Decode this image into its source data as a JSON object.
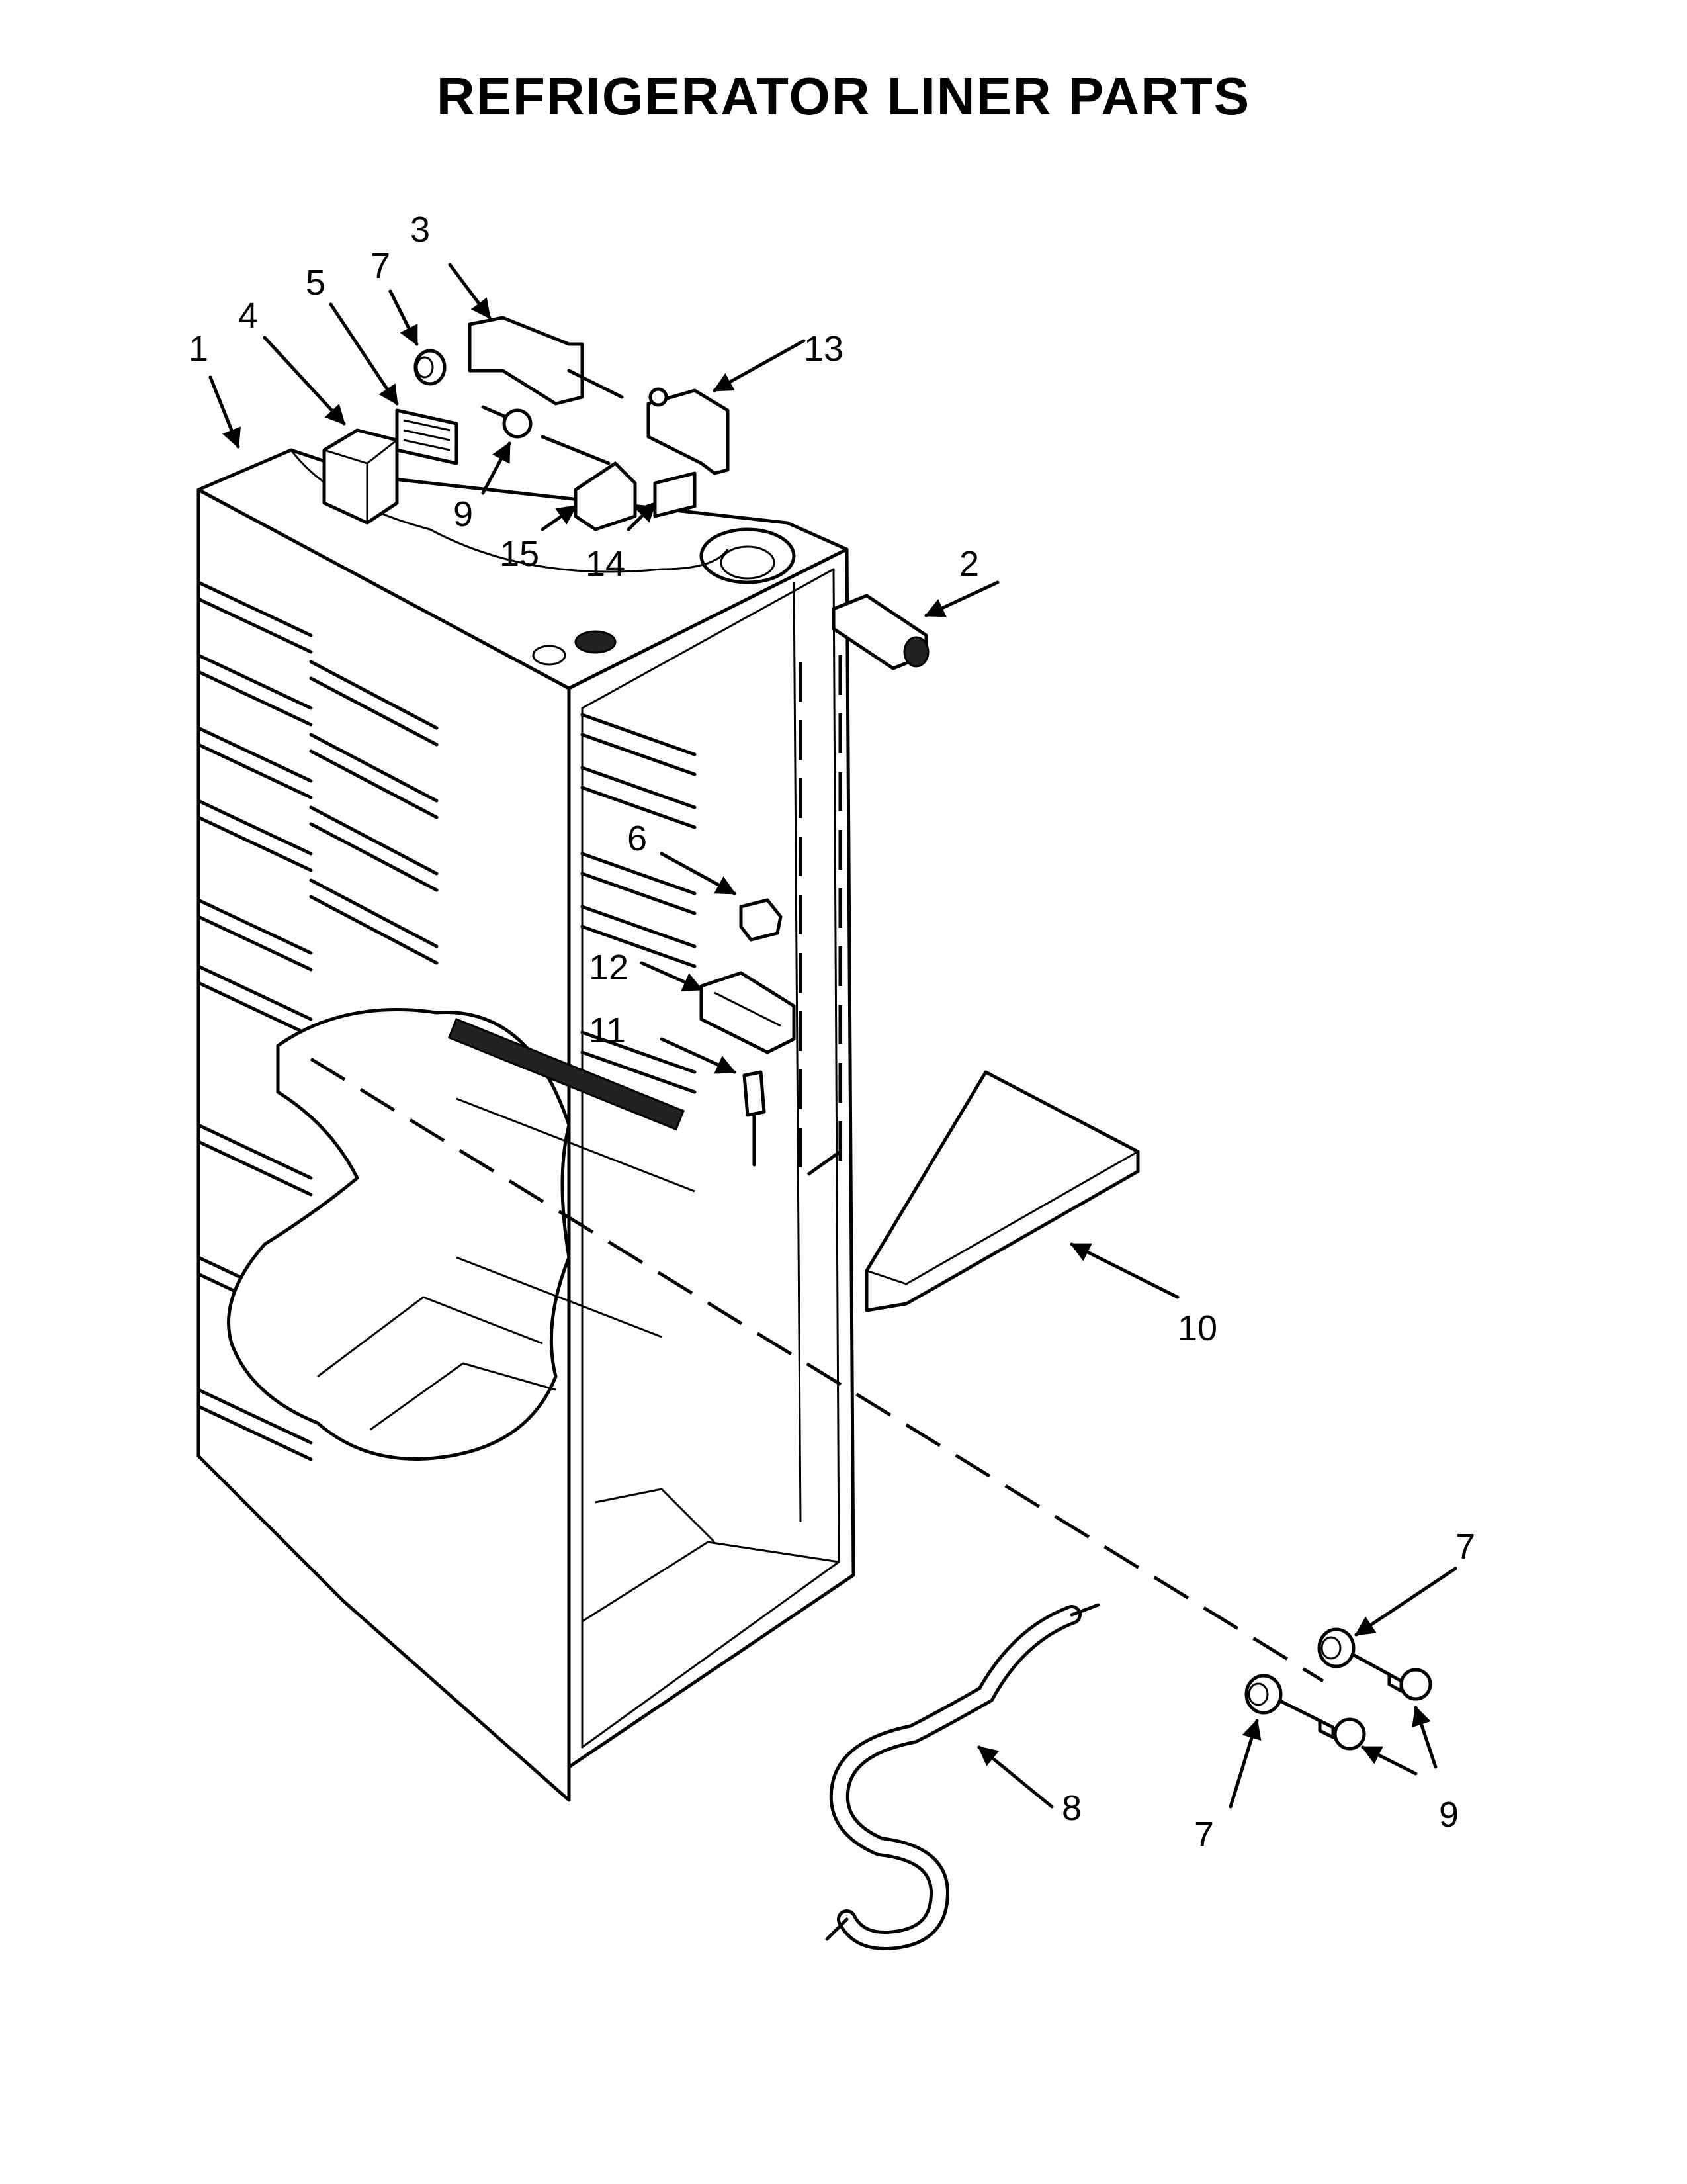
{
  "title": "REFRIGERATOR LINER PARTS",
  "callouts": [
    {
      "id": "c1",
      "label": "1"
    },
    {
      "id": "c2",
      "label": "2"
    },
    {
      "id": "c3",
      "label": "3"
    },
    {
      "id": "c4",
      "label": "4"
    },
    {
      "id": "c5",
      "label": "5"
    },
    {
      "id": "c6",
      "label": "6"
    },
    {
      "id": "c7a",
      "label": "7"
    },
    {
      "id": "c7b",
      "label": "7"
    },
    {
      "id": "c7c",
      "label": "7"
    },
    {
      "id": "c8",
      "label": "8"
    },
    {
      "id": "c9a",
      "label": "9"
    },
    {
      "id": "c9b",
      "label": "9"
    },
    {
      "id": "c10",
      "label": "10"
    },
    {
      "id": "c11",
      "label": "11"
    },
    {
      "id": "c12",
      "label": "12"
    },
    {
      "id": "c13",
      "label": "13"
    },
    {
      "id": "c14",
      "label": "14"
    },
    {
      "id": "c15",
      "label": "15"
    }
  ]
}
